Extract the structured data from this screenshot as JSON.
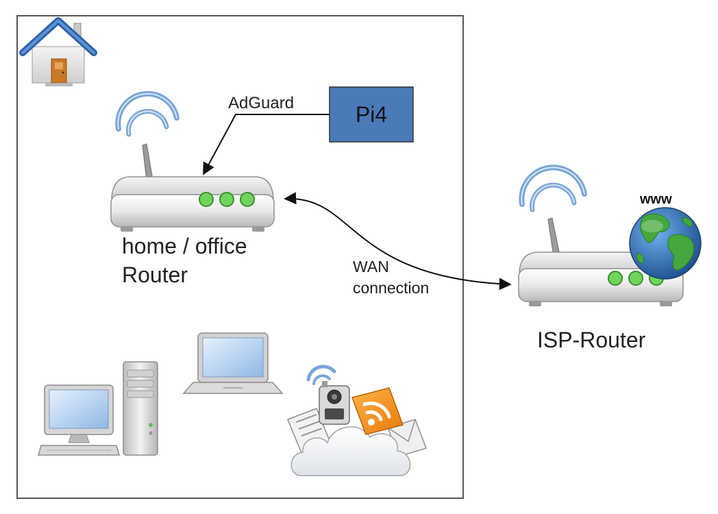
{
  "diagram": {
    "adguard_label": "AdGuard",
    "pi_label": "Pi4",
    "home_router_label_line1": "home / office",
    "home_router_label_line2": "Router",
    "wan_label_line1": "WAN",
    "wan_label_line2": "connection",
    "www_label": "www",
    "isp_router_label": "ISP-Router"
  },
  "colors": {
    "pi_box_fill": "#4a7ab8",
    "border": "#555555",
    "led_green": "#58c44a",
    "wifi_blue": "#6f9bd0",
    "router_body": "#e6e6e6",
    "globe_ocean": "#2d6fb3",
    "globe_land": "#3fa03a",
    "house_roof": "#3a6fb4",
    "rss_orange": "#f0921d"
  },
  "icons": [
    "house-icon",
    "wifi-icon",
    "router-icon",
    "globe-icon",
    "desktop-computer-icon",
    "laptop-icon",
    "cloud-icon",
    "camera-icon",
    "rss-icon",
    "envelope-icon",
    "document-icon"
  ]
}
